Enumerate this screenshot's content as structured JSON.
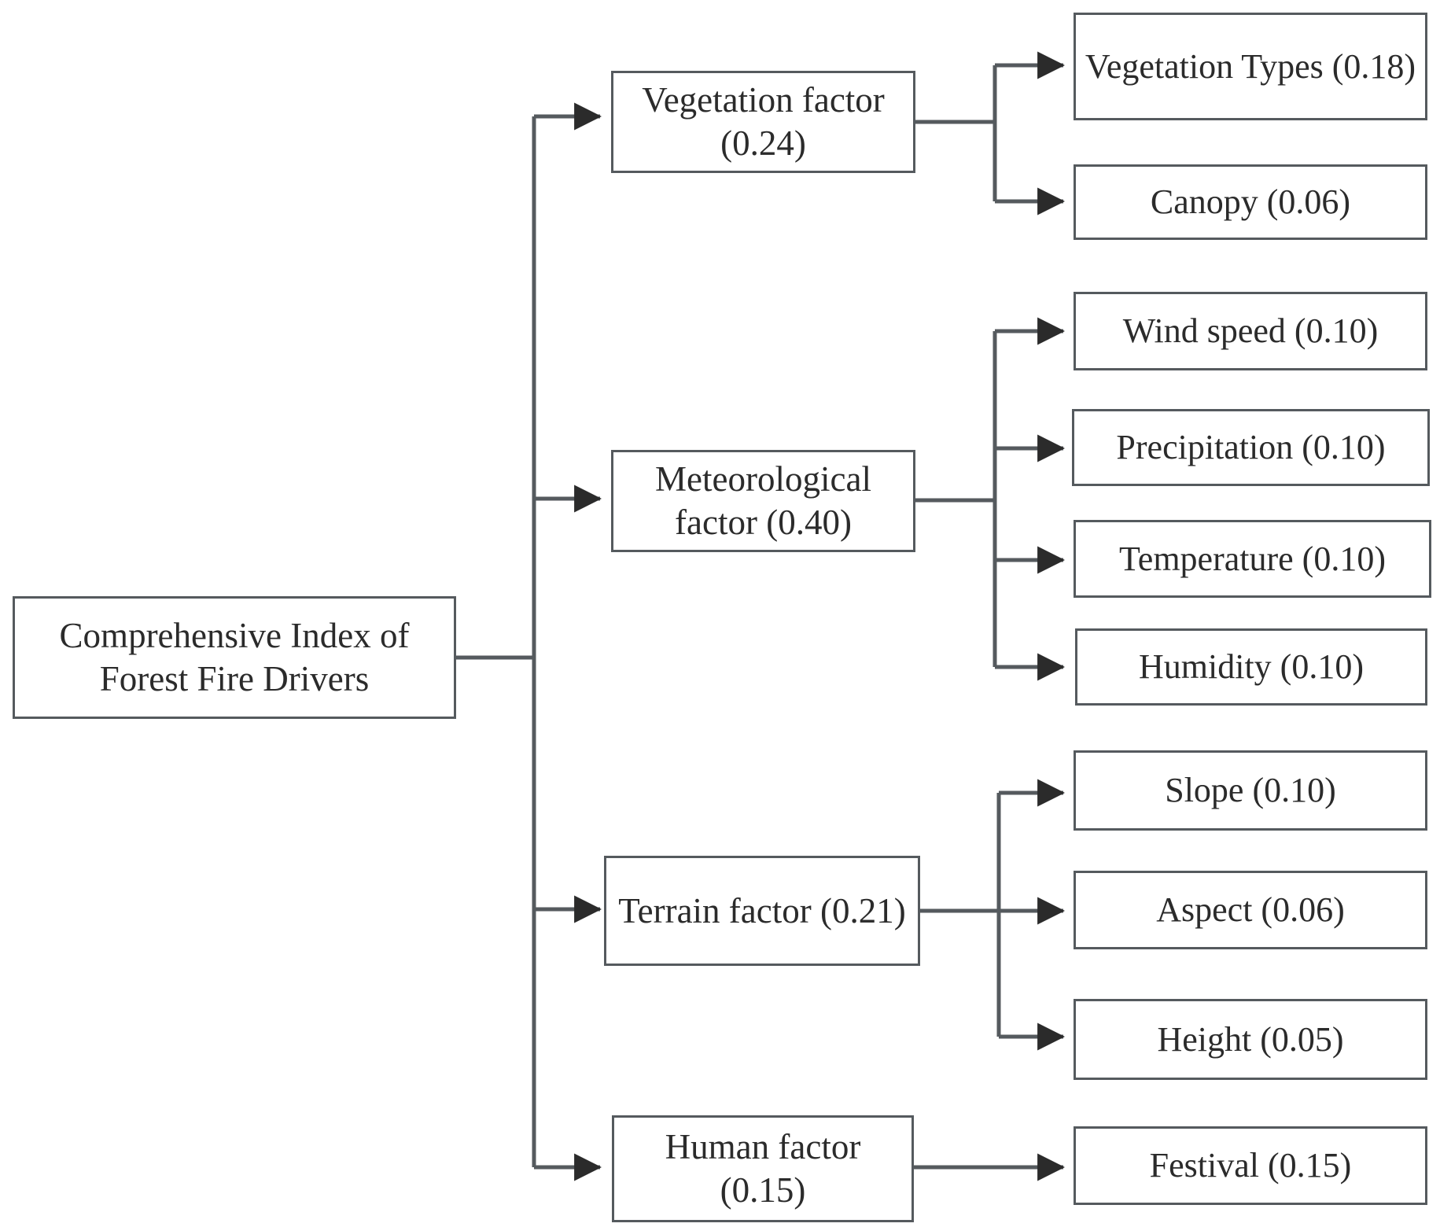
{
  "diagram": {
    "type": "hierarchy-tree",
    "title_node": "Comprehensive Index of Forest Fire Drivers",
    "colors": {
      "box_border": "#555a5e",
      "connector": "#555a5e",
      "text": "#2b2b2b",
      "background": "#ffffff"
    },
    "root": {
      "id": "root",
      "label": "Comprehensive Index of Forest Fire Drivers",
      "weight": null
    },
    "branches": [
      {
        "id": "vegetation",
        "label": "Vegetation factor (0.24)",
        "name": "Vegetation factor",
        "weight": "0.24",
        "leaves": [
          {
            "id": "vegetation-types",
            "label": "Vegetation Types (0.18)",
            "name": "Vegetation Types",
            "weight": "0.18"
          },
          {
            "id": "canopy",
            "label": "Canopy (0.06)",
            "name": "Canopy",
            "weight": "0.06"
          }
        ]
      },
      {
        "id": "meteorological",
        "label": "Meteorological factor (0.40)",
        "name": "Meteorological factor",
        "weight": "0.40",
        "leaves": [
          {
            "id": "wind-speed",
            "label": "Wind speed (0.10)",
            "name": "Wind speed",
            "weight": "0.10"
          },
          {
            "id": "precipitation",
            "label": "Precipitation (0.10)",
            "name": "Precipitation",
            "weight": "0.10"
          },
          {
            "id": "temperature",
            "label": "Temperature (0.10)",
            "name": "Temperature",
            "weight": "0.10"
          },
          {
            "id": "humidity",
            "label": "Humidity (0.10)",
            "name": "Humidity",
            "weight": "0.10"
          }
        ]
      },
      {
        "id": "terrain",
        "label": "Terrain factor (0.21)",
        "name": "Terrain factor",
        "weight": "0.21",
        "leaves": [
          {
            "id": "slope",
            "label": "Slope (0.10)",
            "name": "Slope",
            "weight": "0.10"
          },
          {
            "id": "aspect",
            "label": "Aspect (0.06)",
            "name": "Aspect",
            "weight": "0.06"
          },
          {
            "id": "height",
            "label": "Height (0.05)",
            "name": "Height",
            "weight": "0.05"
          }
        ]
      },
      {
        "id": "human",
        "label": "Human factor (0.15)",
        "name": "Human factor",
        "weight": "0.15",
        "leaves": [
          {
            "id": "festival",
            "label": "Festival (0.15)",
            "name": "Festival",
            "weight": "0.15"
          }
        ]
      }
    ]
  }
}
